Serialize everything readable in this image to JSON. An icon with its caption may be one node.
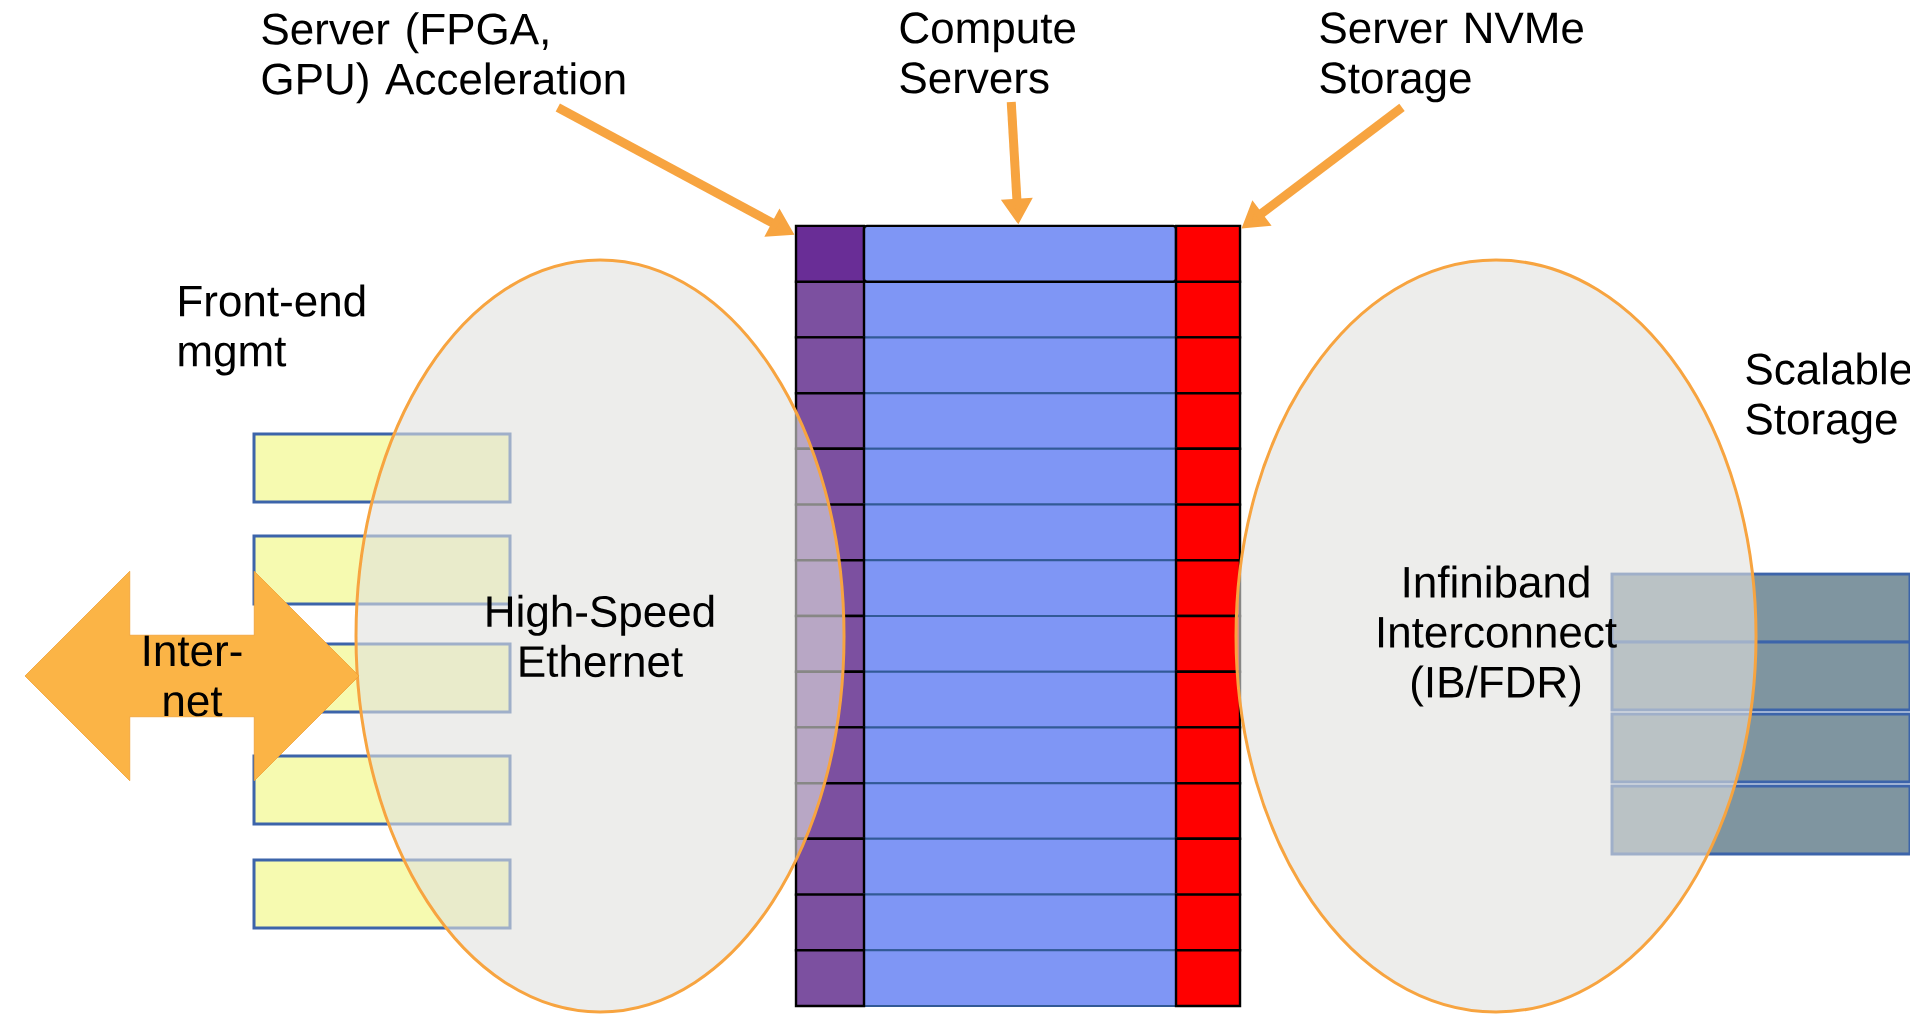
{
  "diagram": {
    "nodes": [
      {
        "text": [
          "Server (FPGA, GPU) Acceleration"
        ]
      },
      {
        "text": [
          "Compute Servers"
        ]
      },
      {
        "text": [
          "Server NVMe Storage"
        ]
      },
      {
        "text": [],
        "shape": "box"
      },
      {
        "text": [],
        "shape": "bar"
      },
      {
        "text": [],
        "shape": "box"
      },
      {
        "text": [
          "High-Speed Ethernet"
        ]
      },
      {
        "text": [
          "Infiniband Interconnect (IB/FDR)"
        ]
      },
      {
        "text": [
          "Inter- net"
        ]
      }
    ],
    "edges": [
      {
        "from": 0,
        "to": 3,
        "arrow": "to"
      },
      {
        "from": 1,
        "to": 4,
        "arrow": "to"
      },
      {
        "from": 2,
        "to": 5,
        "arrow": "to"
      }
    ],
    "labels": [
      "Front-end mgmt",
      "Scalable Storage"
    ]
  }
}
